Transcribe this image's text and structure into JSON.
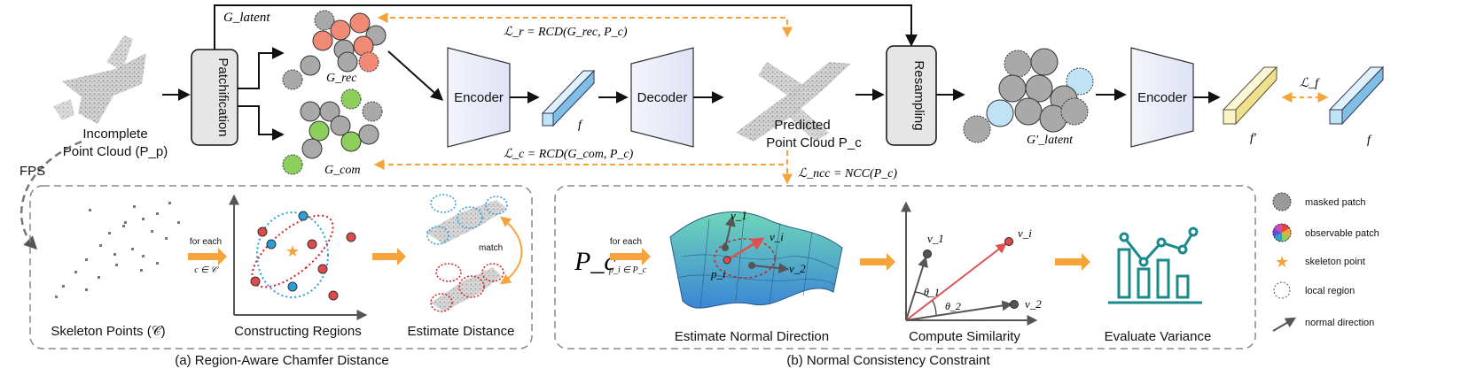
{
  "top": {
    "g_latent": "G_latent",
    "patchification": "Patchification",
    "g_rec": "G_rec",
    "g_com": "G_com",
    "encoder_1": "Encoder",
    "feature_f": "f",
    "decoder": "Decoder",
    "predicted_line1": "Predicted",
    "predicted_line2": "Point Cloud P_c",
    "resampling": "Resampling",
    "g_latent_prime": "G′_latent",
    "encoder_2": "Encoder",
    "feature_f_prime": "f′",
    "loss_f": "ℒ_f",
    "feature_f_right": "f",
    "incomplete_line1": "Incomplete",
    "incomplete_line2": "Point Cloud (P_p)",
    "fps": "FPS",
    "loss_r": "ℒ_r = RCD(G_rec, P_c)",
    "loss_c": "ℒ_c = RCD(G_com, P_c)",
    "loss_ncc": "ℒ_ncc = NCC(P_c)"
  },
  "panel_a": {
    "for_each": "for each",
    "for_each_sub": "c ∈ 𝒞",
    "skeleton_points": "Skeleton Points (𝒞)",
    "constructing_regions": "Constructing Regions",
    "match": "match",
    "estimate_distance": "Estimate Distance",
    "caption": "(a) Region-Aware Chamfer Distance"
  },
  "panel_b": {
    "pc": "P_c",
    "for_each": "for each",
    "for_each_sub": "p_i ∈ P_c",
    "v1": "v_1",
    "vi": "v_i",
    "v2": "v_2",
    "pi": "p_i",
    "estimate_normal": "Estimate Normal Direction",
    "theta1": "θ_1",
    "theta2": "θ_2",
    "compute_similarity": "Compute Similarity",
    "evaluate_variance": "Evaluate Variance",
    "caption": "(b) Normal Consistency Constraint"
  },
  "legend": {
    "masked_patch": "masked patch",
    "observable_patch": "observable patch",
    "skeleton_point": "skeleton point",
    "local_region": "local region",
    "normal_direction": "normal direction"
  },
  "colors": {
    "orange": "#f5a33a",
    "masked_gray": "#9a9a9a",
    "observable_red": "#f08a75",
    "observable_green": "#8ccf5a",
    "observable_blue": "#a8d8ea",
    "encoder_fill": "#e9ecf8",
    "teal_icon": "#1a8a8a"
  }
}
